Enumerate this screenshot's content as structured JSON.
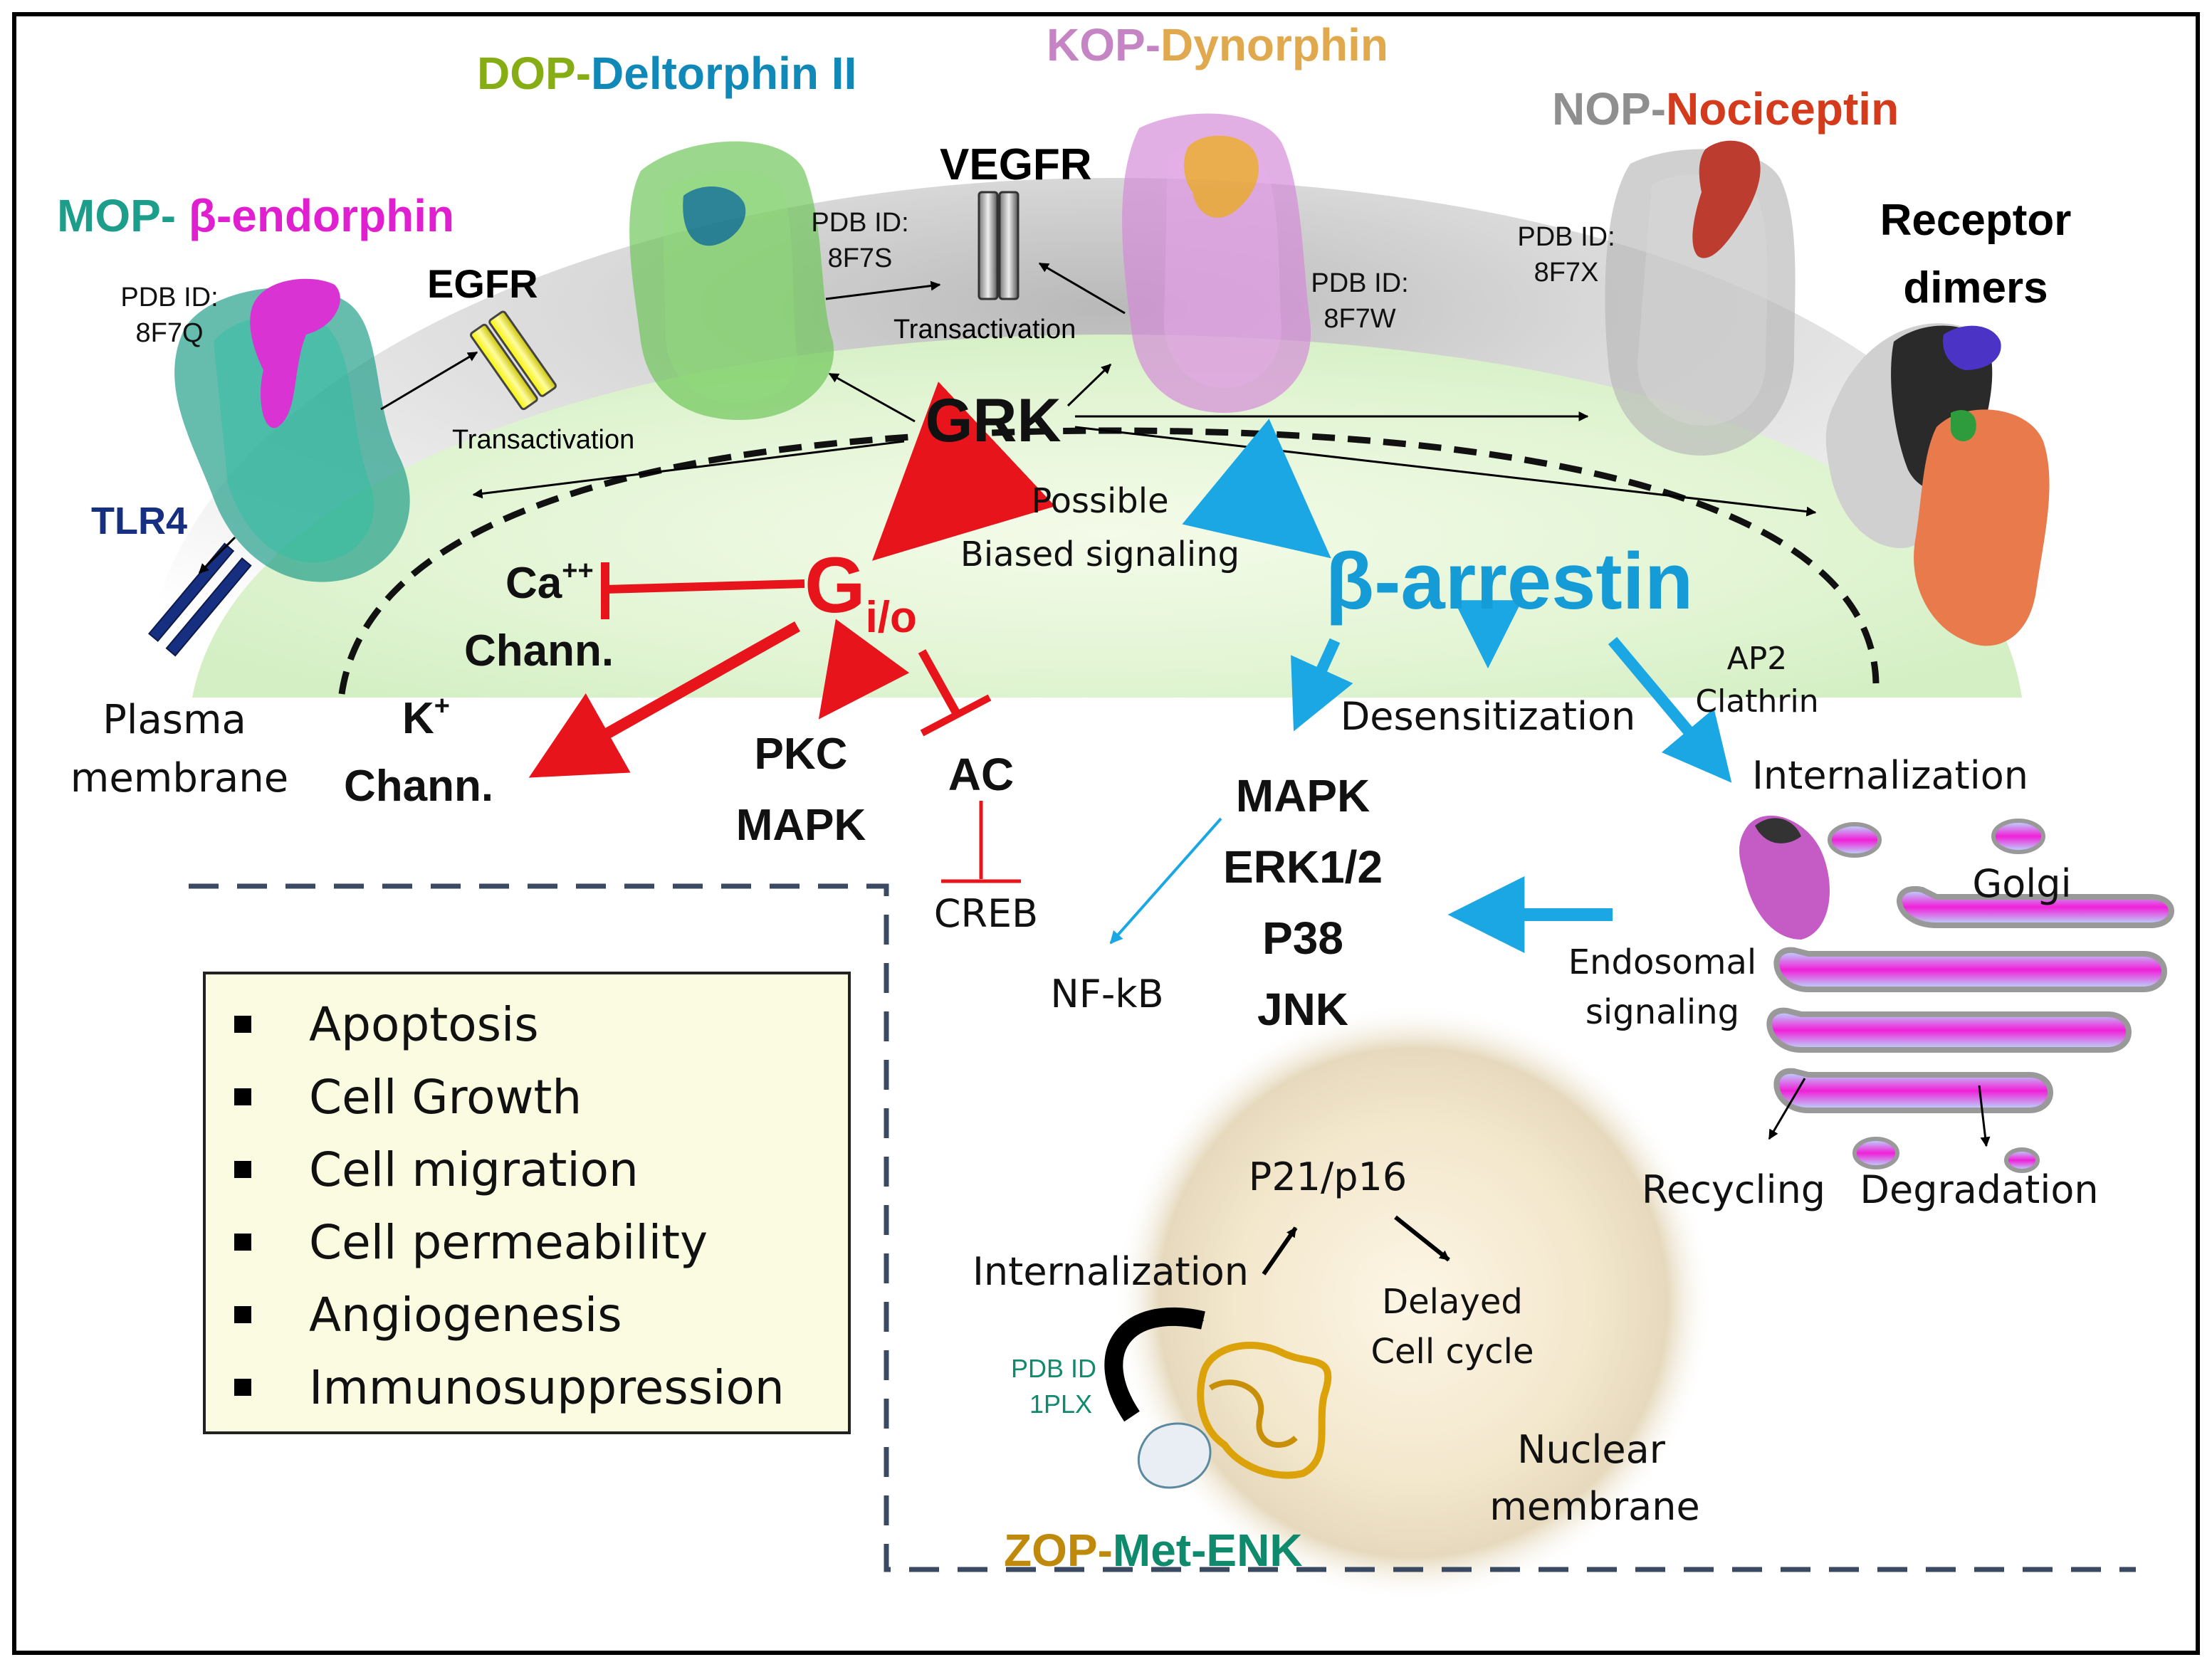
{
  "colors": {
    "mop": "#1c9e8a",
    "beta_endorphin": "#e020d0",
    "dop": "#86ad14",
    "deltorphin": "#1189b8",
    "kop": "#c585c5",
    "dynorphin": "#e0a94e",
    "nop": "#8f8f8f",
    "nociceptin": "#d43a1c",
    "gio": "#e8141c",
    "arrestin": "#159bd6",
    "zop": "#bf8a0c",
    "met_enk": "#108a6c",
    "tlr4": "#162f80",
    "egfr": "#e8e400",
    "dashed_border": "#3b4a63"
  },
  "receptors": {
    "mop": {
      "name": "MOP",
      "sep": "- ",
      "ligand": "β-endorphin",
      "pdb_label": "PDB ID:",
      "pdb_id": "8F7Q"
    },
    "dop": {
      "name": "DOP",
      "sep": "-",
      "ligand": "Deltorphin II",
      "pdb_label": "PDB ID:",
      "pdb_id": "8F7S"
    },
    "kop": {
      "name": "KOP",
      "sep": "-",
      "ligand": "Dynorphin",
      "pdb_label": "PDB ID:",
      "pdb_id": "8F7W"
    },
    "nop": {
      "name": "NOP",
      "sep": "-",
      "ligand": "Nociceptin",
      "pdb_label": "PDB ID:",
      "pdb_id": "8F7X"
    },
    "zop": {
      "name": "ZOP",
      "sep": "-",
      "ligand": "Met-ENK",
      "pdb_label": "PDB ID",
      "pdb_id": "1PLX"
    }
  },
  "membrane_labels": {
    "egfr": "EGFR",
    "vegfr": "VEGFR",
    "tlr4": "TLR4",
    "transactivation_1": "Transactivation",
    "transactivation_2": "Transactivation",
    "receptor_dimers_1": "Receptor",
    "receptor_dimers_2": "dimers",
    "plasma_membrane_1": "Plasma",
    "plasma_membrane_2": "membrane"
  },
  "signaling": {
    "grk": "GRK",
    "possible_1": "Possible",
    "possible_2": "Biased signaling",
    "gio_main": "G",
    "gio_sub": "i/o",
    "ca_chann_1": "Ca",
    "ca_chann_sup": "++",
    "ca_chann_2": "Chann.",
    "k_chann_1": "K",
    "k_chann_sup": "+",
    "k_chann_2": "Chann.",
    "pkc": "PKC",
    "mapk_left": "MAPK",
    "ac": "AC",
    "creb": "CREB",
    "arrestin": "β-arrestin",
    "desensitization": "Desensitization",
    "ap2": "AP2",
    "clathrin": "Clathrin",
    "internalization_right": "Internalization",
    "mapk": "MAPK",
    "erk": "ERK1/2",
    "p38": "P38",
    "jnk": "JNK",
    "nfkb": "NF-kB",
    "golgi": "Golgi",
    "endosomal_1": "Endosomal",
    "endosomal_2": "signaling",
    "recycling": "Recycling",
    "degradation": "Degradation",
    "p21": "P21/p16",
    "internalization_nuclear": "Internalization",
    "delayed_1": "Delayed",
    "delayed_2": "Cell cycle",
    "nuclear_1": "Nuclear",
    "nuclear_2": "membrane"
  },
  "outcomes": [
    "Apoptosis",
    "Cell Growth",
    "Cell migration",
    "Cell permeability",
    "Angiogenesis",
    "Immunosuppression"
  ]
}
